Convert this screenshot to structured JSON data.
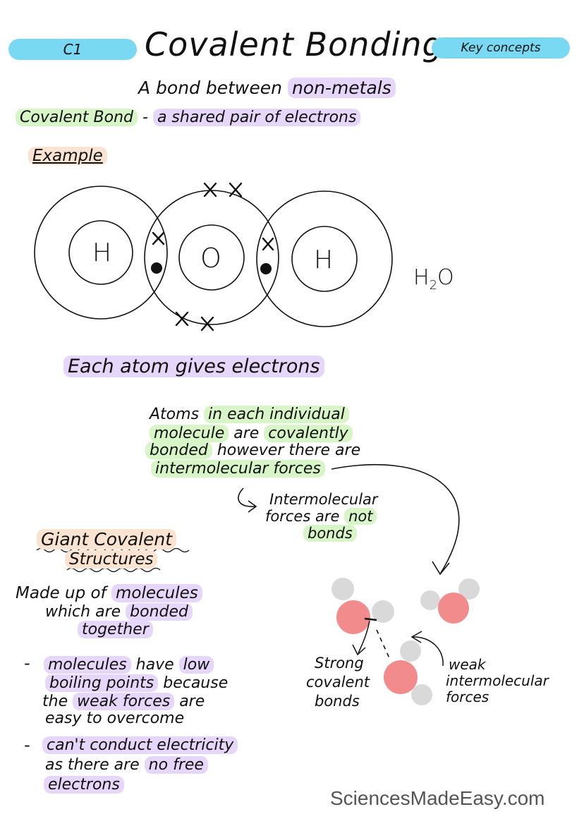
{
  "header": {
    "left_tag": "C1",
    "title": "Covalent Bonding",
    "right_tag": "Key concepts"
  },
  "intro": {
    "prefix": "A bond between ",
    "highlight": "non-metals"
  },
  "definition": {
    "term": "Covalent Bond",
    "separator": " - ",
    "meaning": "a shared pair of electrons"
  },
  "example": {
    "heading": "Example",
    "atom_left": "H",
    "atom_center": "O",
    "atom_right": "H",
    "formula_main": "H",
    "formula_sub": "2",
    "formula_end": "O",
    "caption": "Each atom gives electrons"
  },
  "molecules_note": {
    "line1_a": "Atoms ",
    "line1_b": "in each individual",
    "line2_a": "molecule",
    "line2_b": " are ",
    "line2_c": "covalently",
    "line3_a": "bonded",
    "line3_b": " however there are",
    "line4_a": "intermolecular forces"
  },
  "intermolecular_note": {
    "line1": "Intermolecular",
    "line2_a": "forces are ",
    "line2_b": "not",
    "line3": "bonds"
  },
  "giant": {
    "heading_line1": "Giant Covalent",
    "heading_line2": "Structures",
    "made_line1_a": "Made up of ",
    "made_line1_b": "molecules",
    "made_line2_a": "which are ",
    "made_line2_b": "bonded",
    "made_line3": "together",
    "bullet1_dash": "-",
    "bullet1_line1_a": "molecules",
    "bullet1_line1_b": " have ",
    "bullet1_line1_c": "low",
    "bullet1_line2_a": "boiling points",
    "bullet1_line2_b": " because",
    "bullet1_line3_a": "the ",
    "bullet1_line3_b": "weak forces",
    "bullet1_line3_c": " are",
    "bullet1_line4": "easy to overcome",
    "bullet2_dash": "-",
    "bullet2_line1": "can't conduct electricity",
    "bullet2_line2_a": "as there are ",
    "bullet2_line2_b": "no free",
    "bullet2_line3": "electrons"
  },
  "diagram2": {
    "strong_line1": "Strong",
    "strong_line2": "covalent",
    "strong_line3": "bonds",
    "weak_line1": "weak",
    "weak_line2": "intermolecular",
    "weak_line3": "forces"
  },
  "footer": {
    "brand": "SciencesMadeEasy.com"
  },
  "colors": {
    "tag_blue": "#7ad9f2",
    "highlight_purple": "#e6d6fa",
    "highlight_green": "#d8f5c8",
    "highlight_peach": "#fbe3d2",
    "oxygen_red": "#f28b8b",
    "hydrogen_grey": "#d9d9d9"
  }
}
